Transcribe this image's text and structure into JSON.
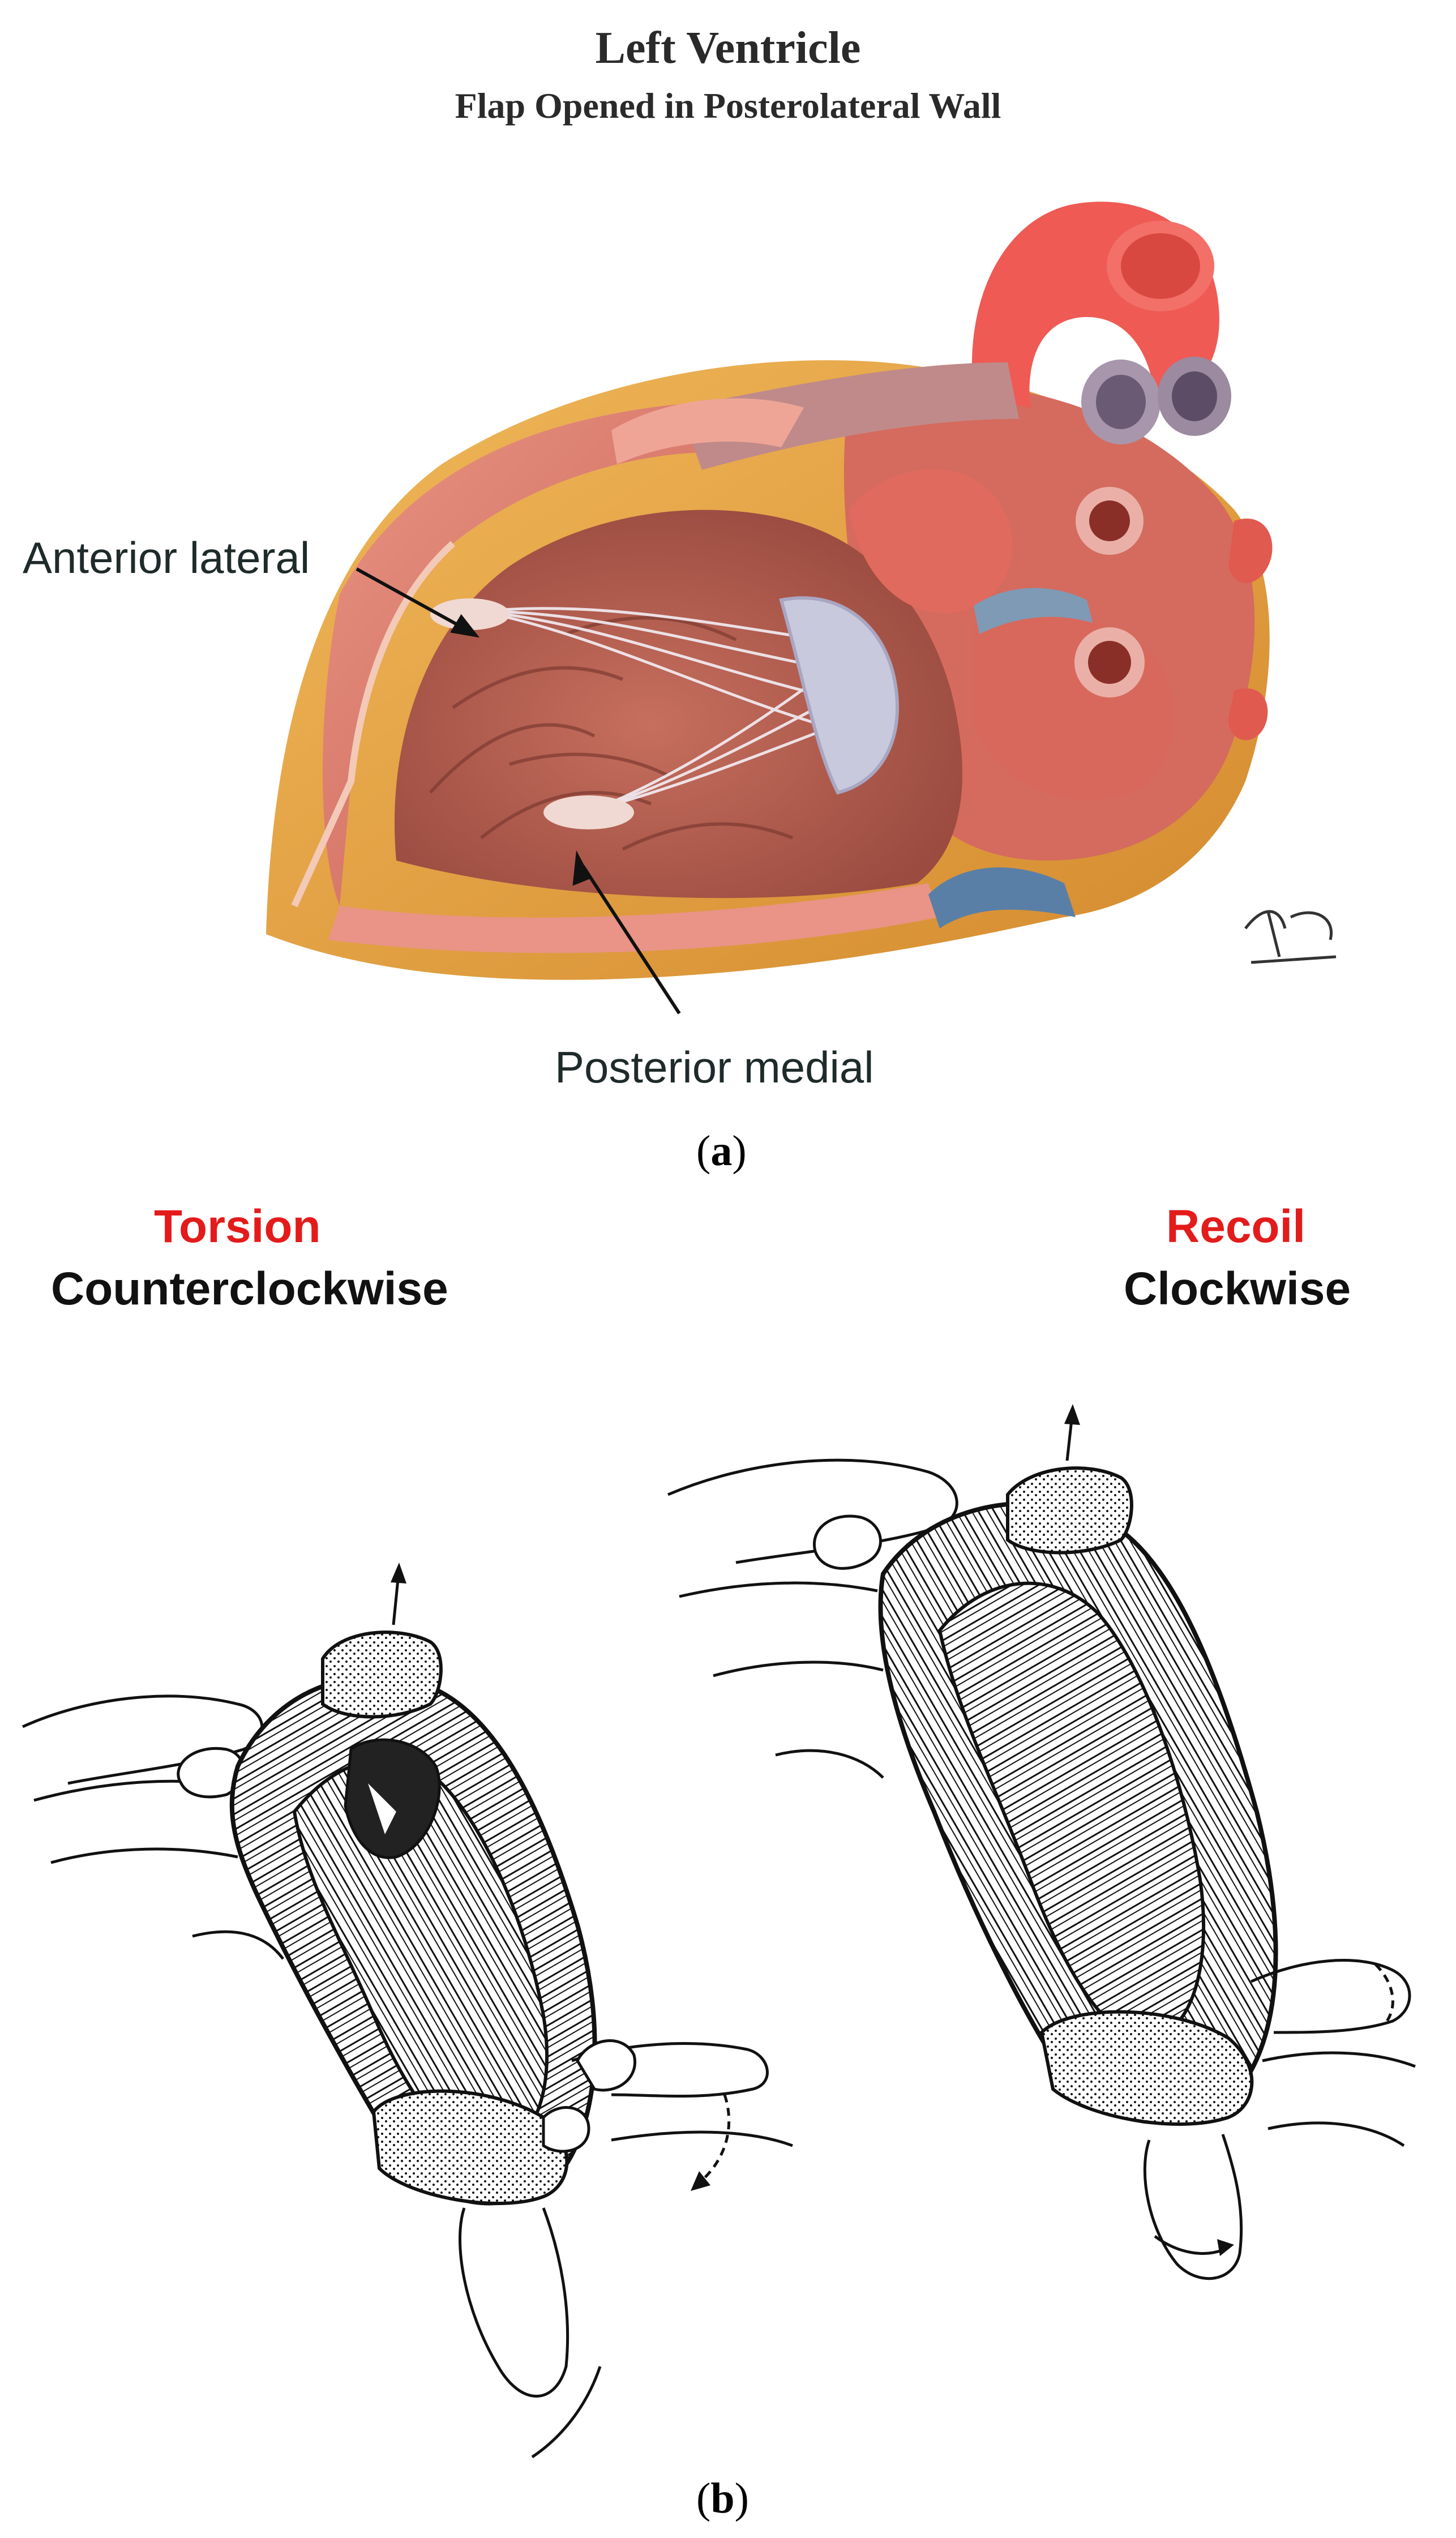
{
  "panel_a": {
    "title": "Left Ventricle",
    "subtitle": "Flap Opened in Posterolateral Wall",
    "label_anterior": "Anterior lateral",
    "label_posterior": "Posterior medial",
    "panel_label": "a",
    "colors": {
      "myocardium": "#d9776a",
      "aorta": "#ef5a54",
      "vein": "#9b8aa0",
      "fat": "#e6a94a",
      "chordae": "#e8e4ef"
    }
  },
  "panel_b": {
    "left_heading": "Torsion",
    "left_subheading": "Counterclockwise",
    "right_heading": "Recoil",
    "right_subheading": "Clockwise",
    "panel_label": "b",
    "colors": {
      "heading_red": "#e31b1b",
      "ink": "#111111"
    }
  }
}
